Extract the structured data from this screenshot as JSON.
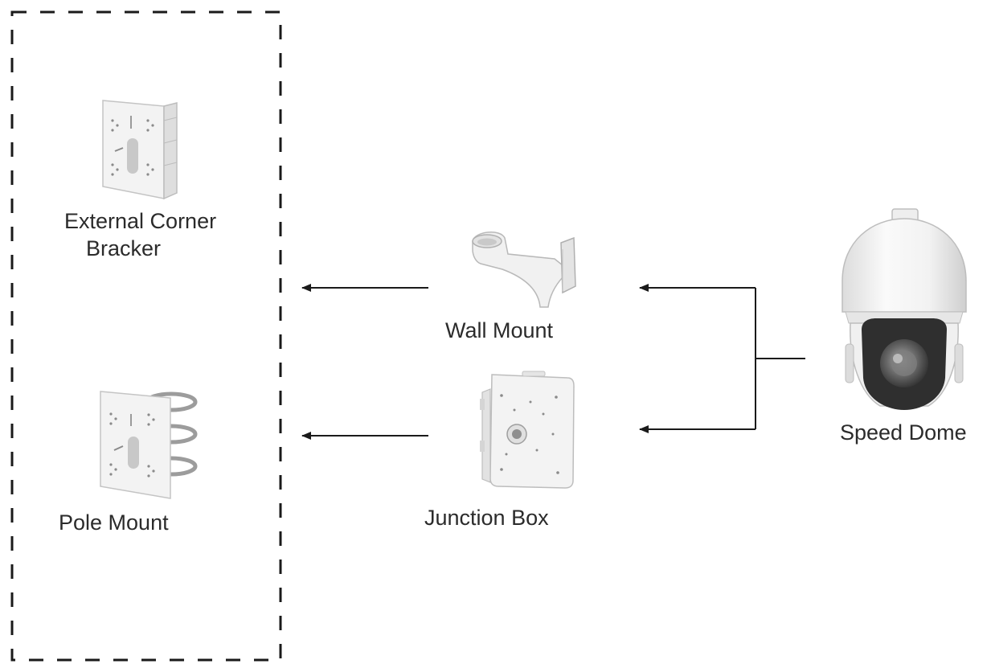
{
  "labels": {
    "external_corner_line1": "External Corner",
    "external_corner_line2": "Bracker",
    "pole_mount": "Pole Mount",
    "wall_mount": "Wall Mount",
    "junction_box": "Junction Box",
    "speed_dome": "Speed Dome"
  },
  "icons": {
    "external_corner": "external-corner-bracket-icon",
    "pole_mount": "pole-mount-icon",
    "wall_mount": "wall-mount-icon",
    "junction_box": "junction-box-icon",
    "speed_dome": "speed-dome-camera-icon"
  },
  "colors": {
    "line": "#1a1a1a",
    "device_fill": "#f4f4f4",
    "device_stroke": "#b9b9b9"
  }
}
